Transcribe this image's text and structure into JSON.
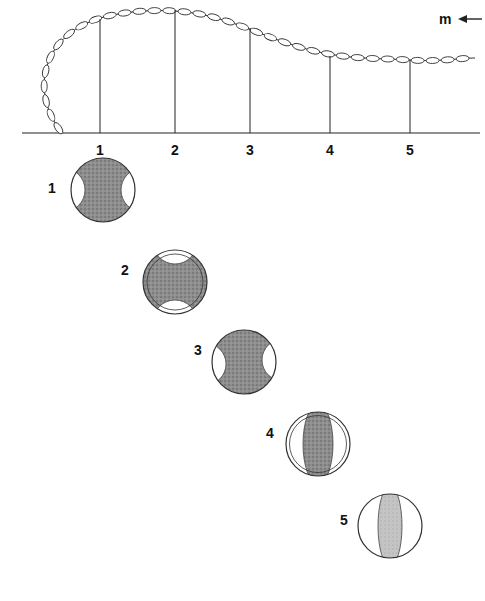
{
  "diagram": {
    "labels": [
      "m",
      "1",
      "2",
      "3",
      "4",
      "5",
      "1",
      "2",
      "3",
      "4",
      "5"
    ]
  }
}
